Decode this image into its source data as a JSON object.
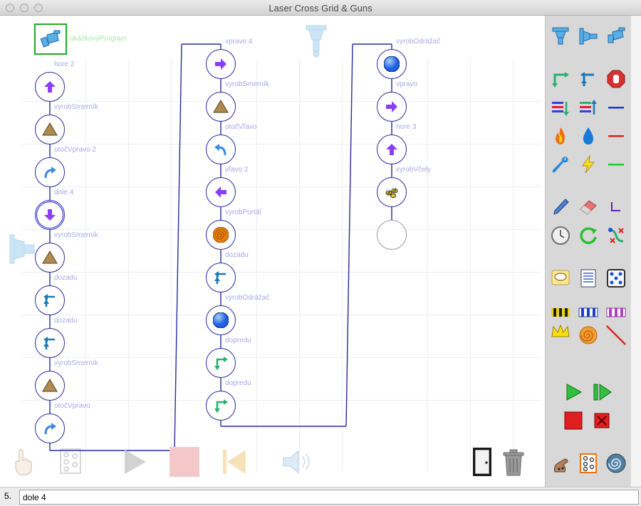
{
  "window": {
    "title": "Laser Cross Grid & Guns"
  },
  "program": {
    "name": "ukážkovýProgram"
  },
  "columns": [
    {
      "nodes": [
        {
          "label": "hore 2",
          "icon": "arrow-up-icon"
        },
        {
          "label": "vyrobSmerník",
          "icon": "pyramid-icon"
        },
        {
          "label": "otočVpravo 2",
          "icon": "turn-right-icon"
        },
        {
          "label": "dole 4",
          "icon": "arrow-down-icon",
          "selected": true
        },
        {
          "label": "vyrobSmerník",
          "icon": "pyramid-icon"
        },
        {
          "label": "dozadu",
          "icon": "mirror-back-icon"
        },
        {
          "label": "dozadu",
          "icon": "mirror-back-icon"
        },
        {
          "label": "vyrobSmerník",
          "icon": "pyramid-icon"
        },
        {
          "label": "otočVpravo",
          "icon": "turn-right-icon"
        }
      ]
    },
    {
      "nodes": [
        {
          "label": "vpravo 4",
          "icon": "arrow-right-icon"
        },
        {
          "label": "vyrobSmerník",
          "icon": "pyramid-icon"
        },
        {
          "label": "otočVľavo",
          "icon": "turn-left-icon"
        },
        {
          "label": "vľavo 2",
          "icon": "arrow-left-icon"
        },
        {
          "label": "vyrobPortál",
          "icon": "portal-icon"
        },
        {
          "label": "dozadu",
          "icon": "mirror-back-icon"
        },
        {
          "label": "vyrobOdrážač",
          "icon": "sphere-icon"
        },
        {
          "label": "dopredu",
          "icon": "mirror-forward-icon"
        },
        {
          "label": "dopredu",
          "icon": "mirror-forward-icon"
        }
      ]
    },
    {
      "nodes": [
        {
          "label": "vyrobOdrážač",
          "icon": "sphere-icon"
        },
        {
          "label": "vpravo",
          "icon": "arrow-right-icon"
        },
        {
          "label": "hore 3",
          "icon": "arrow-up-icon"
        },
        {
          "label": "vyrobVčely",
          "icon": "bees-icon"
        },
        {
          "label": "",
          "icon": "empty-slot"
        }
      ]
    }
  ],
  "colors": {
    "node_border": "#2a2aa0",
    "label": "#a8a8e6",
    "arrow_purple": "#8a3cff",
    "mirror_blue": "#1a7ab8",
    "mirror_green": "#28b070",
    "pyramid": "#b08a50",
    "sphere": "#1f5fe0",
    "portal": "#e08010"
  },
  "status": {
    "line_number": "5.",
    "command": "dole 4"
  }
}
